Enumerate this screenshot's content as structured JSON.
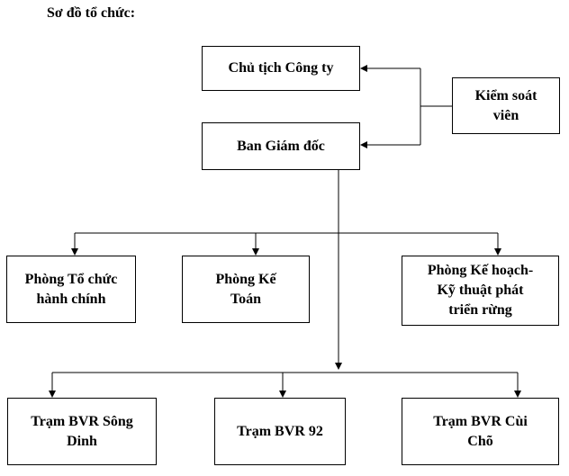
{
  "title": "Sơ đồ tổ chức:",
  "nodes": {
    "chairman": "Chủ tịch Công ty",
    "board": "Ban Giám đốc",
    "supervisor": "Kiểm soát\nviên",
    "dept_admin": "Phòng Tổ chức\nhành chính",
    "dept_accounting": "Phòng Kế\nToán",
    "dept_planning": "Phòng Kế hoạch-\nKỹ thuật phát\ntriển rừng",
    "station_song_dinh": "Trạm BVR Sông\nDinh",
    "station_92": "Trạm BVR 92",
    "station_cui_cho": "Trạm BVR Cùi\nChõ"
  }
}
